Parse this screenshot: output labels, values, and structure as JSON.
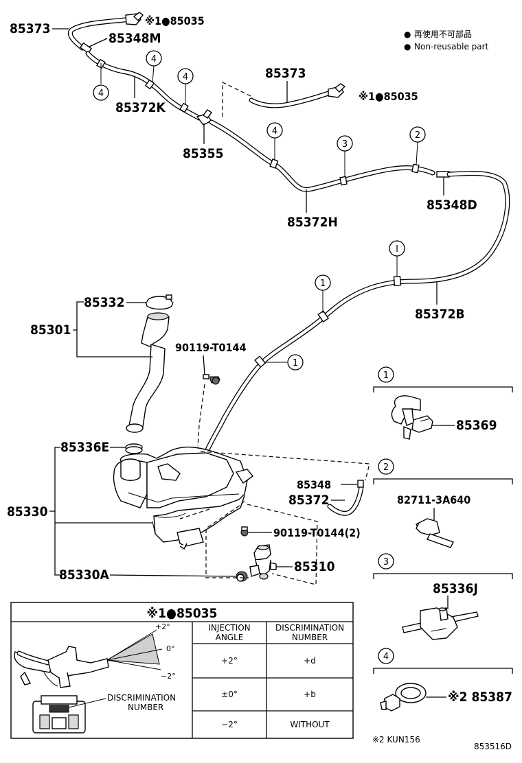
{
  "legend": {
    "bullet_1": "●",
    "line_1": "再使用不可部品",
    "bullet_2": "●",
    "line_2": "Non-reusable part"
  },
  "parts": {
    "p85373_top": "85373",
    "p85035_top": "※1●85035",
    "p85348M": "85348M",
    "p85372K": "85372K",
    "p85355": "85355",
    "p85373_mid": "85373",
    "p85035_mid": "※1●85035",
    "p85372H": "85372H",
    "p85348D": "85348D",
    "p85372B": "85372B",
    "p85332": "85332",
    "p85301": "85301",
    "p90119a": "90119-T0144",
    "p85336E": "85336E",
    "p85330": "85330",
    "p85348": "85348",
    "p85372": "85372",
    "p90119b": "90119-T0144(2)",
    "p85310": "85310",
    "p85330A": "85330A",
    "p85369": "85369",
    "p82711": "82711-3A640",
    "p85336J": "85336J",
    "p85387": "※2 85387"
  },
  "callouts": {
    "c_top_a": "4",
    "c_top_b": "4",
    "c_top_c": "4",
    "c_mid_4": "4",
    "c_mid_3": "3",
    "c_mid_2": "2",
    "c_right_1": "I",
    "c_1a": "1",
    "c_1b": "1"
  },
  "detail_boxes": {
    "b1": "1",
    "b2": "2",
    "b3": "3",
    "b4": "4"
  },
  "table": {
    "title": "※1●85035",
    "col1_header_a": "INJECTION",
    "col1_header_b": "ANGLE",
    "col2_header_a": "DISCRIMINATION",
    "col2_header_b": "NUMBER",
    "rows": [
      {
        "angle": "+2°",
        "number": "+d"
      },
      {
        "angle": "±0°",
        "number": "+b"
      },
      {
        "angle": "−2°",
        "number": "WITHOUT"
      }
    ],
    "fan_plus": "+2°",
    "fan_zero": "0°",
    "fan_minus": "−2°",
    "disc_label_a": "DISCRIMINATION",
    "disc_label_b": "NUMBER"
  },
  "footnote": "※2 KUN156",
  "diagram_code": "853516D"
}
